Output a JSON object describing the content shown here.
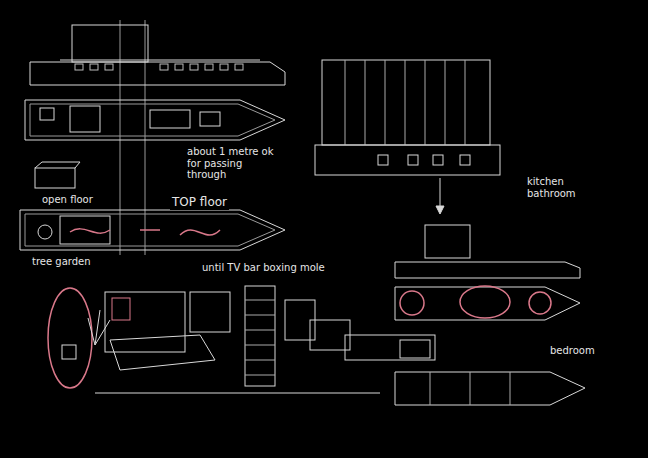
{
  "diagram": {
    "labels": [
      "about 1 metre ok for passing through",
      "open floor",
      "TOP floor",
      "tree garden",
      "until TV bar boxing mole",
      "kitchen bathroom",
      "bedroom"
    ]
  }
}
